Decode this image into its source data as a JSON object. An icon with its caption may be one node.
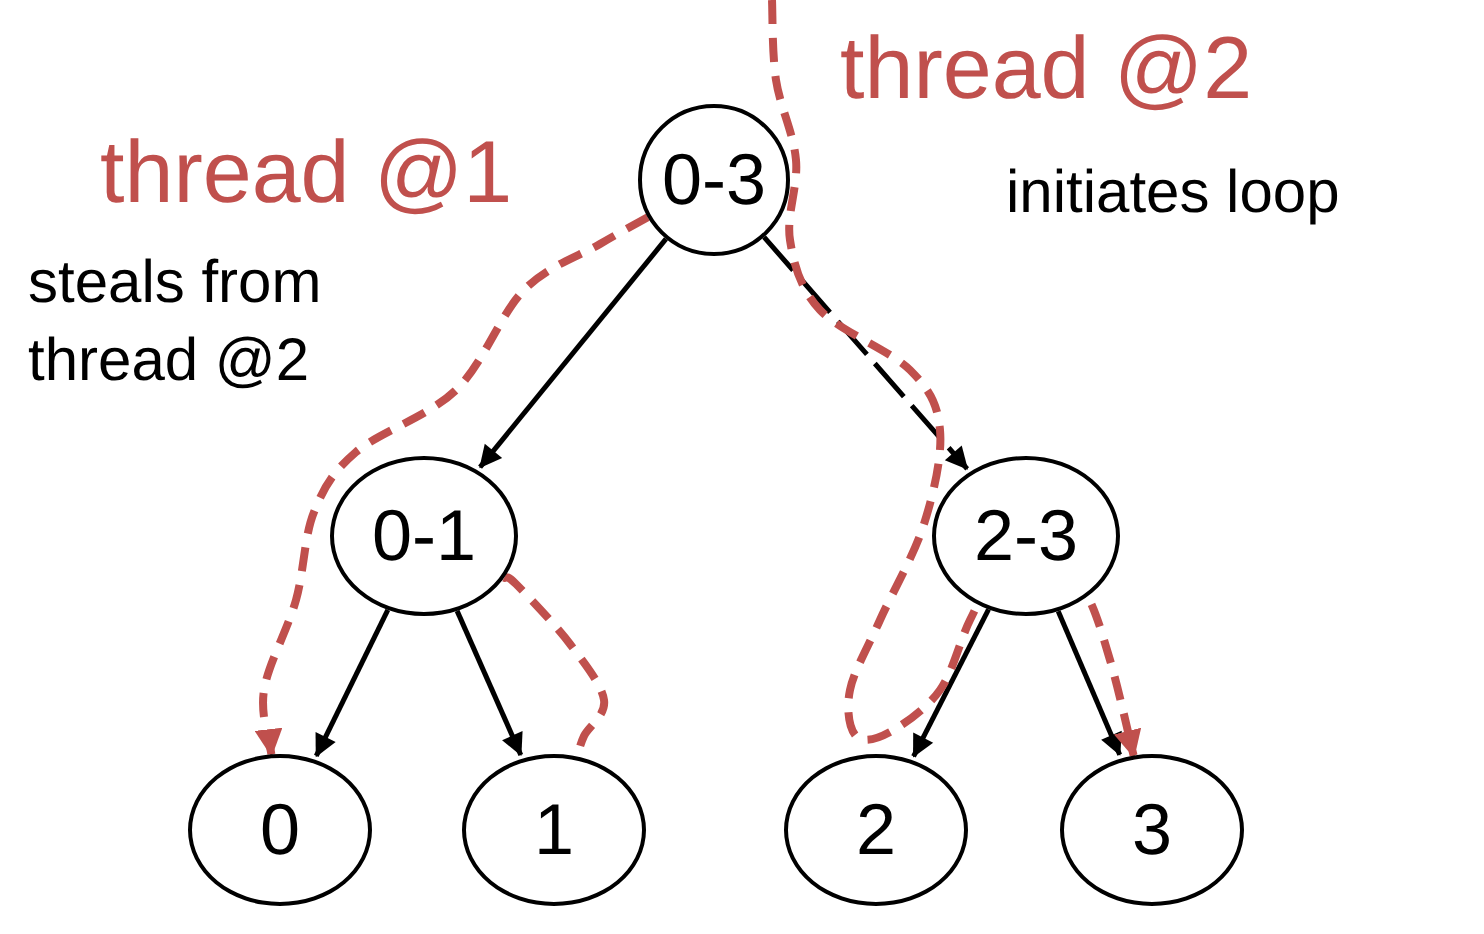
{
  "diagram": {
    "nodes": [
      {
        "text": [
          "0-3"
        ]
      },
      {
        "text": [
          "0-1"
        ]
      },
      {
        "text": [
          "2-3"
        ]
      },
      {
        "text": [
          "0"
        ]
      },
      {
        "text": [
          "1"
        ]
      },
      {
        "text": [
          "2"
        ]
      },
      {
        "text": [
          "3"
        ]
      }
    ],
    "edges": [
      {
        "from": 0,
        "to": 1,
        "arrow": "to"
      },
      {
        "from": 0,
        "to": 2,
        "arrow": "to",
        "style": "dashed"
      },
      {
        "from": 1,
        "to": 3,
        "arrow": "to"
      },
      {
        "from": 1,
        "to": 4,
        "arrow": "to"
      },
      {
        "from": 2,
        "to": 5,
        "arrow": "to"
      },
      {
        "from": 2,
        "to": 6,
        "arrow": "to"
      },
      {
        "from": 0,
        "to": 3,
        "arrow": "to",
        "style": "dashed",
        "color": "#c0504d"
      },
      {
        "from": 1,
        "to": 4,
        "arrow": "none",
        "style": "dashed",
        "color": "#c0504d"
      },
      {
        "from": null,
        "to": 6,
        "arrow": "to",
        "style": "dashed",
        "color": "#c0504d"
      }
    ],
    "labels": [
      "thread @2",
      "thread @1",
      "initiates loop",
      "steals from thread @2"
    ]
  }
}
